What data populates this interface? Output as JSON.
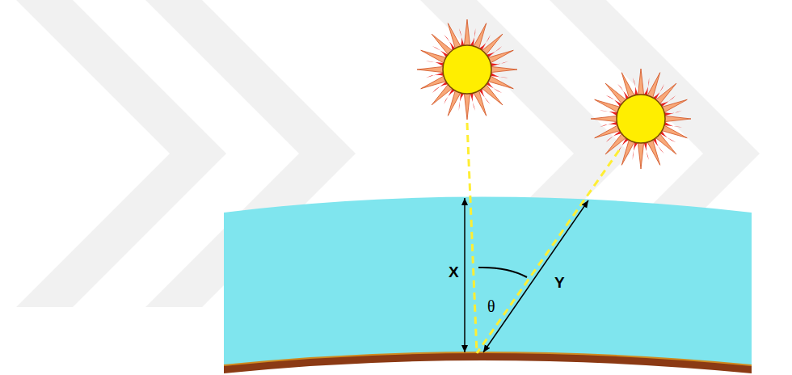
{
  "diagram": {
    "labels": [
      "X",
      "Y",
      "θ"
    ]
  }
}
